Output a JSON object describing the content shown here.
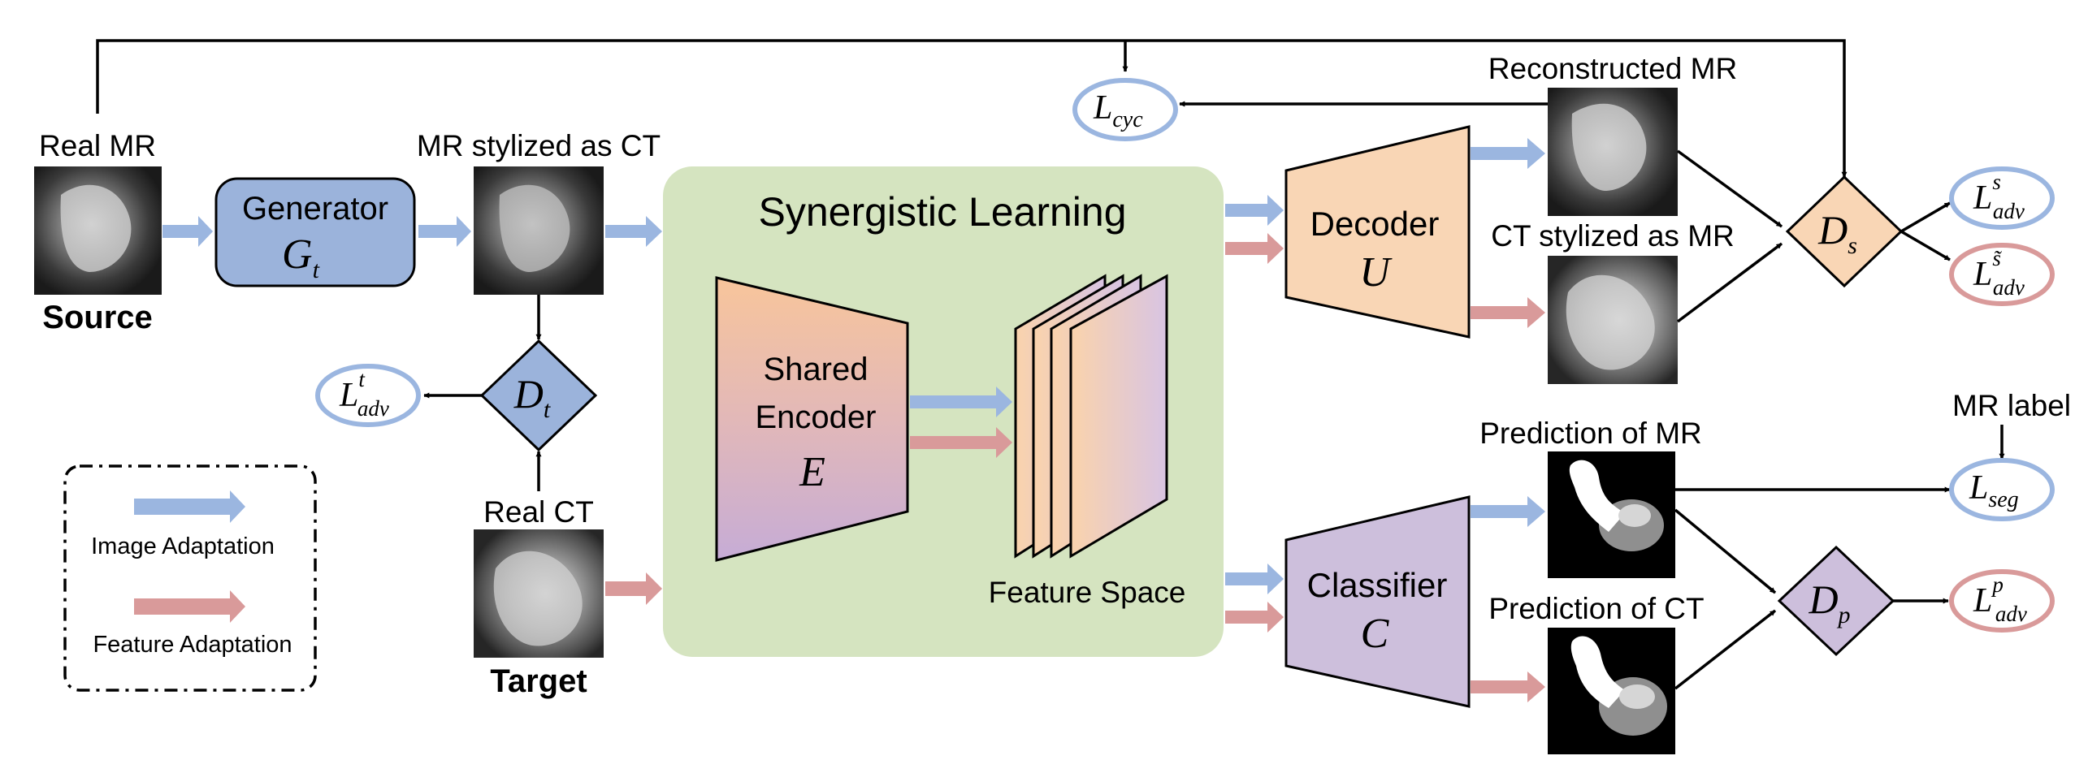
{
  "labels": {
    "real_mr": "Real MR",
    "source": "Source",
    "mr_stylized_ct": "MR stylized as CT",
    "real_ct": "Real CT",
    "target": "Target",
    "synergistic": "Synergistic Learning",
    "shared": "Shared",
    "encoder": "Encoder",
    "feature_space": "Feature Space",
    "reconstructed_mr": "Reconstructed MR",
    "ct_stylized_mr": "CT stylized as MR",
    "prediction_mr": "Prediction of MR",
    "prediction_ct": "Prediction of CT",
    "mr_label": "MR label",
    "generator": "Generator",
    "decoder": "Decoder",
    "classifier": "Classifier"
  },
  "symbols": {
    "G": "G",
    "G_sub": "t",
    "E": "E",
    "U": "U",
    "C": "C",
    "Dt": "D",
    "Dt_sub": "t",
    "Ds": "D",
    "Ds_sub": "s",
    "Dp": "D",
    "Dp_sub": "p",
    "L": "L",
    "cyc": "cyc",
    "adv": "adv",
    "seg": "seg",
    "sup_t": "t",
    "sup_s": "s",
    "sup_stilde": "s̃",
    "sup_p": "p"
  },
  "legend": {
    "image": "Image Adaptation",
    "feature": "Feature Adaptation"
  },
  "colors": {
    "blue_arrow": "#9bb6e0",
    "red_arrow": "#d99a9a",
    "generator_fill": "#9bb3db",
    "diamond_blue": "#9bb3db",
    "decoder_fill": "#f9d6b5",
    "classifier_fill": "#cdbfdc",
    "ds_fill": "#f9d6b5",
    "dp_fill": "#cdbfdc",
    "panel_fill": "#d5e4c0",
    "ellipse_blue": "#9bb6e0",
    "ellipse_red": "#d99a9a"
  }
}
